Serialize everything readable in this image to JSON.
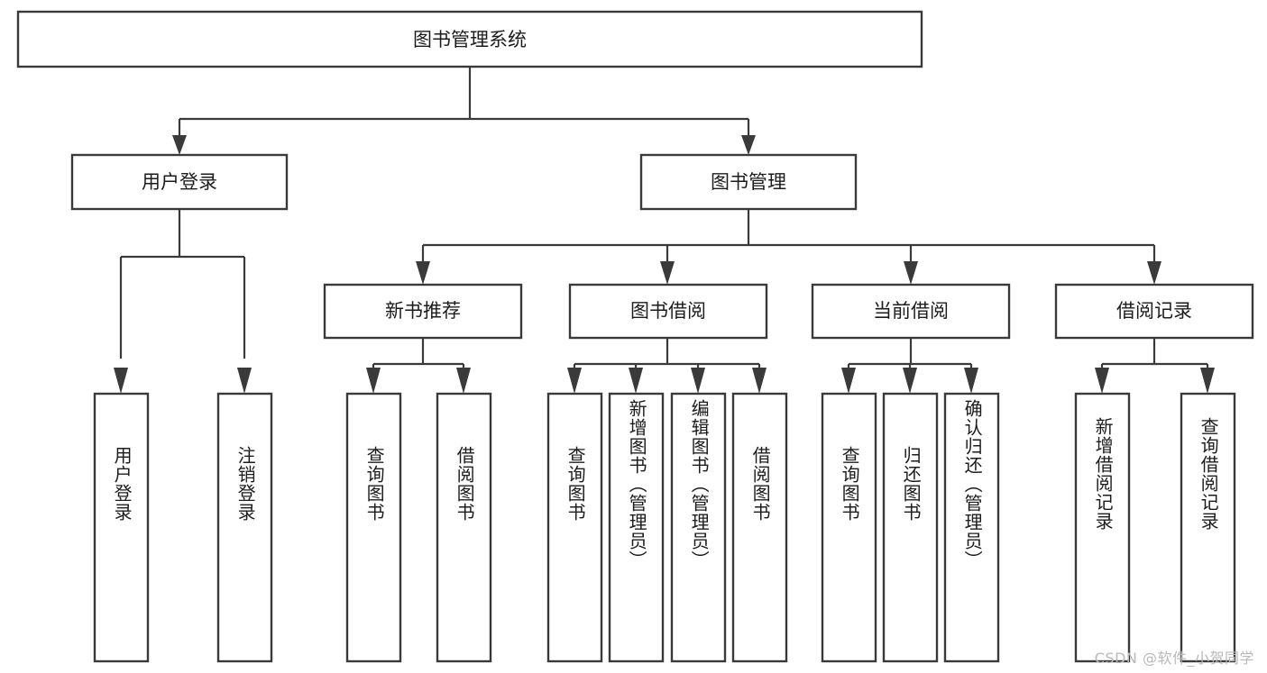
{
  "diagram": {
    "title": "图书管理系统",
    "type": "hierarchy-tree",
    "colors": {
      "box_stroke": "#3a3a3a",
      "box_fill": "#ffffff",
      "connector": "#3a3a3a",
      "text": "#1c1c1c",
      "watermark": "#b9b9b9",
      "background": "#ffffff"
    },
    "root": {
      "label": "图书管理系统"
    },
    "level2": [
      {
        "label": "用户登录"
      },
      {
        "label": "图书管理"
      }
    ],
    "level3": [
      {
        "label": "新书推荐"
      },
      {
        "label": "图书借阅"
      },
      {
        "label": "当前借阅"
      },
      {
        "label": "借阅记录"
      }
    ],
    "leaves": {
      "user_login": [
        {
          "label": "用户登录"
        },
        {
          "label": "注销登录"
        }
      ],
      "new_book": [
        {
          "label": "查询图书"
        },
        {
          "label": "借阅图书"
        }
      ],
      "book_borrow": [
        {
          "label": "查询图书"
        },
        {
          "label": "新增图书（管理员）"
        },
        {
          "label": "编辑图书（管理员）"
        },
        {
          "label": "借阅图书"
        }
      ],
      "current_borrow": [
        {
          "label": "查询图书"
        },
        {
          "label": "归还图书"
        },
        {
          "label": "确认归还（管理员）"
        }
      ],
      "borrow_record": [
        {
          "label": "新增借阅记录"
        },
        {
          "label": "查询借阅记录"
        }
      ]
    }
  },
  "watermark": {
    "text": "CSDN @软件_小贺同学"
  }
}
